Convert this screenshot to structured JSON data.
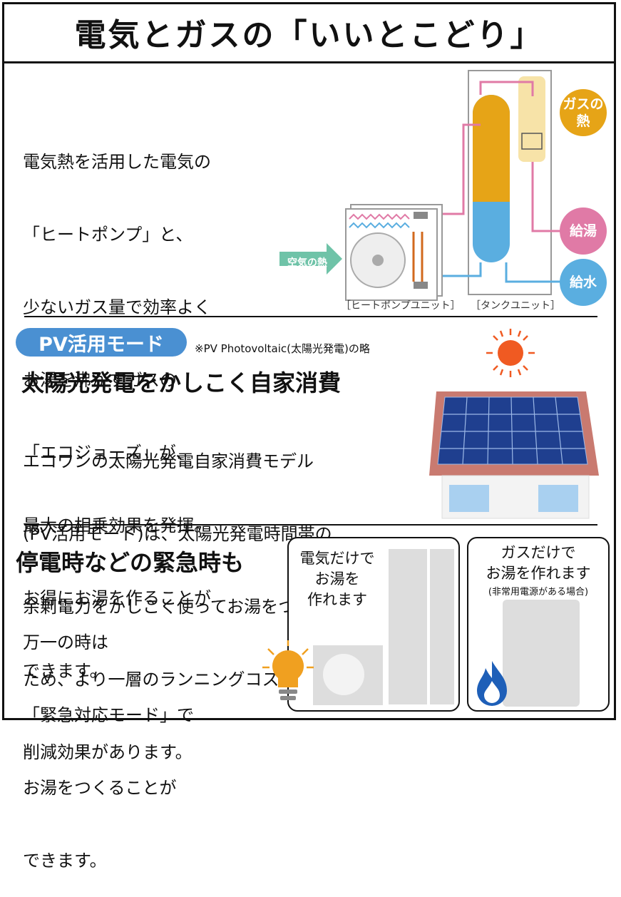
{
  "title": "電気とガスの「いいとこどり」",
  "intro": {
    "lines": [
      "電気熱を活用した電気の",
      "「ヒートポンプ」と、",
      "少ないガス量で効率よく",
      "お湯を沸かすガスの",
      "「エコジョーズ」が、",
      "最大の相乗効果を発揮。",
      "お得にお湯を作ることが",
      "できます。"
    ]
  },
  "diagram": {
    "gas_heat": "ガスの\n熱",
    "hot_water": "給湯",
    "water_supply": "給水",
    "air_heat": "空気の熱",
    "heat_pump_unit": "［ヒートポンプユニット］",
    "tank_unit": "［タンクユニット］"
  },
  "pv": {
    "badge": "PV活用モード",
    "note": "※PV Photovoltaic(太陽光発電)の略",
    "heading": "太陽光発電をかしこく自家消費",
    "lines": [
      "エコワンの太陽光発電自家消費モデル",
      "(PV活用モード)は、太陽光発電時間帯の",
      "余剰電力をかしこく使ってお湯をつくる",
      "ため、より一層のランニングコスト",
      "削減効果があります。"
    ]
  },
  "emergency": {
    "heading": "停電時などの緊急時も",
    "lines": [
      "万一の時は",
      "「緊急対応モード」で",
      "お湯をつくることが",
      "できます。"
    ],
    "electric_box": "電気だけで\nお湯を\n作れます",
    "gas_box_main": "ガスだけで\nお湯を作れます",
    "gas_box_note": "(非常用電源がある場合)"
  },
  "colors": {
    "badge": "#4a90d2",
    "gas": "#e6a417",
    "hot": "#e07aa6",
    "cold": "#5aaee0",
    "sun": "#f05a22",
    "roof": "#c97a70"
  }
}
